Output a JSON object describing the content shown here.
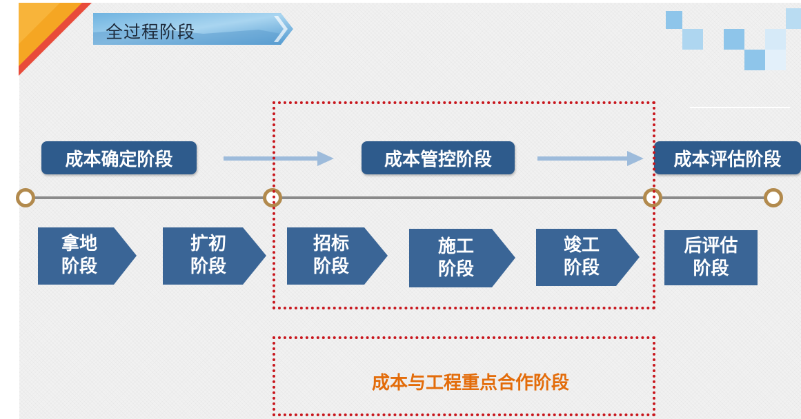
{
  "title": "全过程阶段",
  "stages": [
    {
      "label": "成本确定阶段"
    },
    {
      "label": "成本管控阶段"
    },
    {
      "label": "成本评估阶段"
    }
  ],
  "steps": [
    {
      "line1": "拿地",
      "line2": "阶段"
    },
    {
      "line1": "扩初",
      "line2": "阶段"
    },
    {
      "line1": "招标",
      "line2": "阶段"
    },
    {
      "line1": "施工",
      "line2": "阶段"
    },
    {
      "line1": "竣工",
      "line2": "阶段"
    },
    {
      "line1": "后评估",
      "line2": "阶段"
    }
  ],
  "cooperation_label": "成本与工程重点合作阶段",
  "colors": {
    "stage_fill": "#2e5b8c",
    "step_fill": "#3a6596",
    "timeline_node": "#b28a4d",
    "highlight_border": "#c8161d",
    "cooperation_text": "#e36c0a"
  }
}
